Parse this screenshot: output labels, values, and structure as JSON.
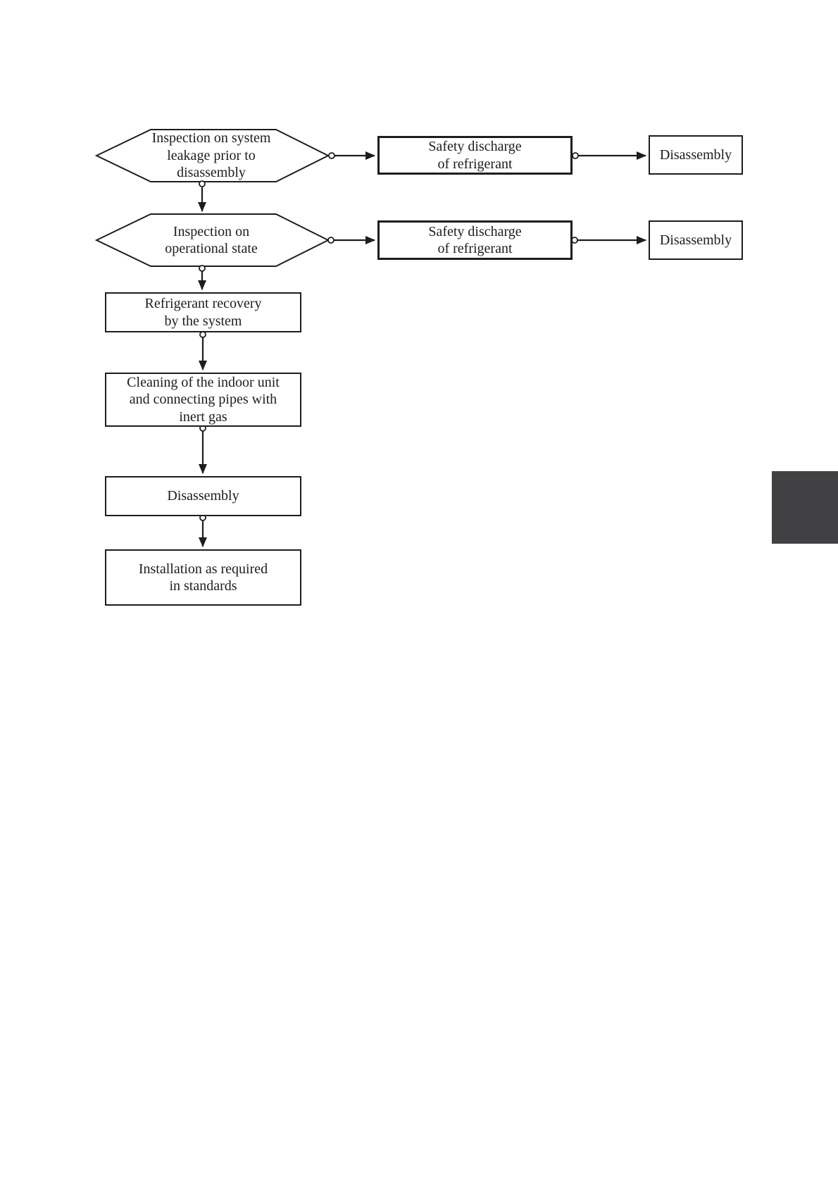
{
  "page": {
    "colors": {
      "paper": "#ffffff",
      "ink": "#1d1d1d",
      "accent-block": "#414043"
    }
  },
  "flowchart": {
    "row1": {
      "decision": "Inspection on system\nleakage prior to\ndisassembly",
      "action": "Safety discharge\nof refrigerant",
      "result": "Disassembly"
    },
    "row2": {
      "decision": "Inspection on\noperational state",
      "action": "Safety discharge\nof refrigerant",
      "result": "Disassembly"
    },
    "sequence": {
      "recovery": "Refrigerant recovery\nby the system",
      "cleaning": "Cleaning of the indoor unit\nand connecting pipes with\ninert gas",
      "disassembly": "Disassembly",
      "installation": "Installation as required\nin standards"
    },
    "edges": [
      {
        "from": "inspection-system-leakage",
        "to": "safety-discharge-1"
      },
      {
        "from": "safety-discharge-1",
        "to": "disassembly-1"
      },
      {
        "from": "inspection-system-leakage",
        "to": "inspection-operational-state"
      },
      {
        "from": "inspection-operational-state",
        "to": "safety-discharge-2"
      },
      {
        "from": "safety-discharge-2",
        "to": "disassembly-2"
      },
      {
        "from": "inspection-operational-state",
        "to": "refrigerant-recovery"
      },
      {
        "from": "refrigerant-recovery",
        "to": "cleaning-inert-gas"
      },
      {
        "from": "cleaning-inert-gas",
        "to": "disassembly-3"
      },
      {
        "from": "disassembly-3",
        "to": "installation-standards"
      }
    ]
  }
}
